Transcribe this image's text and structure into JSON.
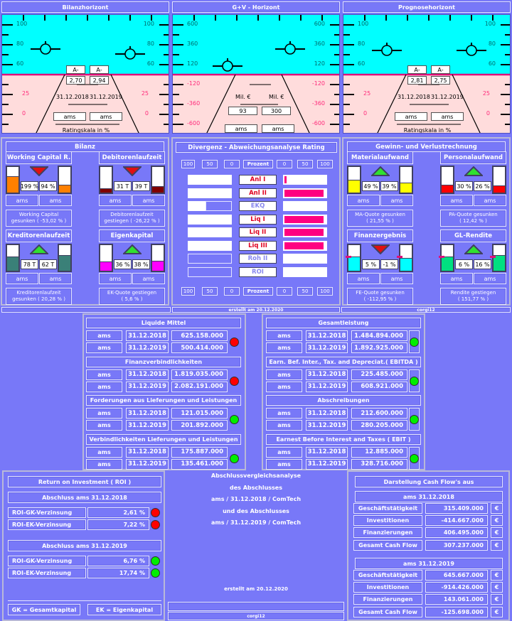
{
  "horizons": [
    {
      "id": "bilanz",
      "title": "Bilanzhorizont",
      "scale_top": [
        "100",
        "80",
        "60"
      ],
      "scale_bottom": [
        "25",
        "0"
      ],
      "ratings": [
        "A-",
        "A-"
      ],
      "scores": [
        "2,70",
        "2,94"
      ],
      "dates": [
        "31.12.2018",
        "31.12.2019"
      ],
      "companies": [
        "ams",
        "ams"
      ],
      "caption": "Ratingskala in %"
    },
    {
      "id": "guv",
      "title": "G+V - Horizont",
      "scale_top": [
        "600",
        "360",
        "120"
      ],
      "scale_bottom": [
        "-120",
        "-360",
        "-600"
      ],
      "units": [
        "Mil. €",
        "Mil. €"
      ],
      "values": [
        "93",
        "300"
      ],
      "companies": [
        "ams",
        "ams"
      ]
    },
    {
      "id": "prognose",
      "title": "Prognosehorizont",
      "scale_top": [
        "100",
        "80",
        "60"
      ],
      "scale_bottom": [
        "25",
        "0"
      ],
      "ratings": [
        "A-",
        "A-"
      ],
      "scores": [
        "2,81",
        "2,75"
      ],
      "dates": [
        "31.12.2018",
        "31.12.2019"
      ],
      "companies": [
        "ams",
        "ams"
      ],
      "caption": "Ratingskala in %"
    }
  ],
  "bilanz": {
    "title": "Bilanz",
    "widgets": [
      {
        "title": "Working Capital R.",
        "trend": "down",
        "color": "#ff8000",
        "fill": [
          0.65,
          0.3
        ],
        "values": [
          "199 %",
          "94 %"
        ],
        "companies": [
          "ams",
          "ams"
        ],
        "desc": [
          "Working Capital",
          "gesunken     ( -53,02 % )"
        ]
      },
      {
        "title": "Debitorenlaufzeit",
        "trend": "down",
        "color": "#800000",
        "fill": [
          0.18,
          0.25
        ],
        "values": [
          "31 T",
          "39 T"
        ],
        "companies": [
          "ams",
          "ams"
        ],
        "desc": [
          "Debitorenlaufzeit",
          "gestiegen ( -26,22 % )"
        ]
      },
      {
        "title": "Kreditorenlaufzeit",
        "trend": "up",
        "color": "#3a8078",
        "fill": [
          0.55,
          0.6
        ],
        "values": [
          "78 T",
          "62 T"
        ],
        "companies": [
          "ams",
          "ams"
        ],
        "desc": [
          "Kreditorenlaufzeit",
          "gesunken ( 20,28 % )"
        ]
      },
      {
        "title": "Eigenkapital",
        "trend": "up",
        "color": "#ff00ff",
        "fill": [
          0.35,
          0.4
        ],
        "values": [
          "36 %",
          "38 %"
        ],
        "companies": [
          "ams",
          "ams"
        ],
        "desc": [
          "EK-Quote gestiegen",
          "( 5,6 % )"
        ]
      }
    ]
  },
  "guv": {
    "title": "Gewinn- und Verlustrechnung",
    "widgets": [
      {
        "title": "Materialaufwand",
        "trend": "up",
        "color": "#ffff00",
        "fill": [
          0.5,
          0.4
        ],
        "values": [
          "49 %",
          "39 %"
        ],
        "companies": [
          "ams",
          "ams"
        ],
        "desc": [
          "MA-Quote gesunken",
          "( 21,55 % )"
        ]
      },
      {
        "title": "Personalaufwand",
        "trend": "up",
        "color": "#ff0000",
        "fill": [
          0.3,
          0.27
        ],
        "values": [
          "30 %",
          "26 %"
        ],
        "companies": [
          "ams",
          "ams"
        ],
        "desc": [
          "PA-Quote gesunken",
          "( 12,42 % )"
        ]
      },
      {
        "title": "Finanzergebnis",
        "trend": "down",
        "color": "#00ffff",
        "fill": [
          0.55,
          0.5
        ],
        "marker": 0.55,
        "values": [
          "5 %",
          "-1 %"
        ],
        "companies": [
          "ams",
          "ams"
        ],
        "desc": [
          "FE-Quote gesunken",
          "( -112,95 % )"
        ]
      },
      {
        "title": "GL-Rendite",
        "trend": "up",
        "color": "#00e080",
        "fill": [
          0.55,
          0.6
        ],
        "marker": 0.55,
        "values": [
          "6 %",
          "16 %"
        ],
        "companies": [
          "ams",
          "ams"
        ],
        "desc": [
          "Rendite gestiegen",
          "( 151,77 % )"
        ]
      }
    ]
  },
  "divergenz": {
    "title": "Divergenz - Abweichungsanalyse Rating",
    "scale": [
      "100",
      "50",
      "0",
      "Prozent",
      "0",
      "50",
      "100"
    ],
    "accent_negative": "#ff0080",
    "rows": [
      {
        "label": "Anl I",
        "status": "negative",
        "left": 0,
        "right": 0.05
      },
      {
        "label": "Anl II",
        "status": "negative",
        "left": 0,
        "right": 0.95
      },
      {
        "label": "EKQ",
        "status": "neutral",
        "left": 0.6,
        "right": 0
      },
      {
        "label": "Liq I",
        "status": "negative",
        "left": 0,
        "right": 0.95
      },
      {
        "label": "Liq II",
        "status": "negative",
        "left": 0,
        "right": 0.95
      },
      {
        "label": "Liq III",
        "status": "negative",
        "left": 0,
        "right": 0.95
      },
      {
        "label": "Roh II",
        "status": "neutral",
        "left": 1,
        "right": 0
      },
      {
        "label": "ROI",
        "status": "neutral",
        "left": 1,
        "right": 0
      }
    ]
  },
  "strip": {
    "created": "erstellt am 20.12.2020",
    "user": "corgi12"
  },
  "groups_left": [
    {
      "title": "Liquide Mittel",
      "status": "red",
      "rows": [
        [
          "ams",
          "31.12.2018",
          "625.158.000"
        ],
        [
          "ams",
          "31.12.2019",
          "500.414.000"
        ]
      ]
    },
    {
      "title": "Finanzverbindlichkeiten",
      "status": "red",
      "rows": [
        [
          "ams",
          "31.12.2018",
          "1.819.035.000"
        ],
        [
          "ams",
          "31.12.2019",
          "2.082.191.000"
        ]
      ]
    },
    {
      "title": "Forderungen aus Lieferungen und Leistungen",
      "status": "green",
      "rows": [
        [
          "ams",
          "31.12.2018",
          "121.015.000"
        ],
        [
          "ams",
          "31.12.2019",
          "201.892.000"
        ]
      ]
    },
    {
      "title": "Verbindlichkeiten Lieferungen und Leistungen",
      "status": "green",
      "rows": [
        [
          "ams",
          "31.12.2018",
          "175.887.000"
        ],
        [
          "ams",
          "31.12.2019",
          "135.461.000"
        ]
      ]
    }
  ],
  "groups_right": [
    {
      "title": "Gesamtleistung",
      "status": "green",
      "rows": [
        [
          "ams",
          "31.12.2018",
          "1.484.894.000"
        ],
        [
          "ams",
          "31.12.2019",
          "1.892.925.000"
        ]
      ]
    },
    {
      "title": "Earn. Bef. Inter., Tax. and Depreciat.( EBITDA )",
      "status": "green",
      "rows": [
        [
          "ams",
          "31.12.2018",
          "225.485.000"
        ],
        [
          "ams",
          "31.12.2019",
          "608.921.000"
        ]
      ]
    },
    {
      "title": "Abschreibungen",
      "status": "green",
      "rows": [
        [
          "ams",
          "31.12.2018",
          "212.600.000"
        ],
        [
          "ams",
          "31.12.2019",
          "280.205.000"
        ]
      ]
    },
    {
      "title": "Earnest Before Interest and Taxes ( EBIT )",
      "status": "green",
      "rows": [
        [
          "ams",
          "31.12.2018",
          "12.885.000"
        ],
        [
          "ams",
          "31.12.2019",
          "328.716.000"
        ]
      ]
    }
  ],
  "status_colors": {
    "red": "#ff0000",
    "green": "#00ee00"
  },
  "roi": {
    "title": "Return on Investment ( ROI )",
    "blocks": [
      {
        "heading": "Abschluss  ams  31.12.2018",
        "rows": [
          {
            "label": "ROI-GK-Verzinsung",
            "value": "2,61 %",
            "status": "red"
          },
          {
            "label": "ROI-EK-Verzinsung",
            "value": "7,22 %",
            "status": "red"
          }
        ]
      },
      {
        "heading": "Abschluss  ams  31.12.2019",
        "rows": [
          {
            "label": "ROI-GK-Verzinsung",
            "value": "6,76 %",
            "status": "green"
          },
          {
            "label": "ROI-EK-Verzinsung",
            "value": "17,74 %",
            "status": "green"
          }
        ]
      }
    ],
    "legend": [
      "GK = Gesamtkapital",
      "EK = Eigenkapital"
    ]
  },
  "summary": {
    "lines": [
      "Abschlussvergleichsanalyse",
      "des Abschlusses",
      "ams / 31.12.2018 / ComTech",
      "und des Abschlusses",
      "ams / 31.12.2019 / ComTech"
    ],
    "created": "erstellt am 20.12.2020",
    "user": "corgi12"
  },
  "cashflow": {
    "title": "Darstellung Cash Flow's aus",
    "currency": "€",
    "blocks": [
      {
        "heading": "ams  31.12.2018",
        "rows": [
          [
            "Geschäftstätigkeit",
            "315.409.000"
          ],
          [
            "Investitionen",
            "-414.667.000"
          ],
          [
            "Finanzierungen",
            "406.495.000"
          ],
          [
            "Gesamt Cash Flow",
            "307.237.000"
          ]
        ]
      },
      {
        "heading": "ams  31.12.2019",
        "rows": [
          [
            "Geschäftstätigkeit",
            "645.667.000"
          ],
          [
            "Investitionen",
            "-914.426.000"
          ],
          [
            "Finanzierungen",
            "143.061.000"
          ],
          [
            "Gesamt Cash Flow",
            "-125.698.000"
          ]
        ]
      }
    ]
  }
}
